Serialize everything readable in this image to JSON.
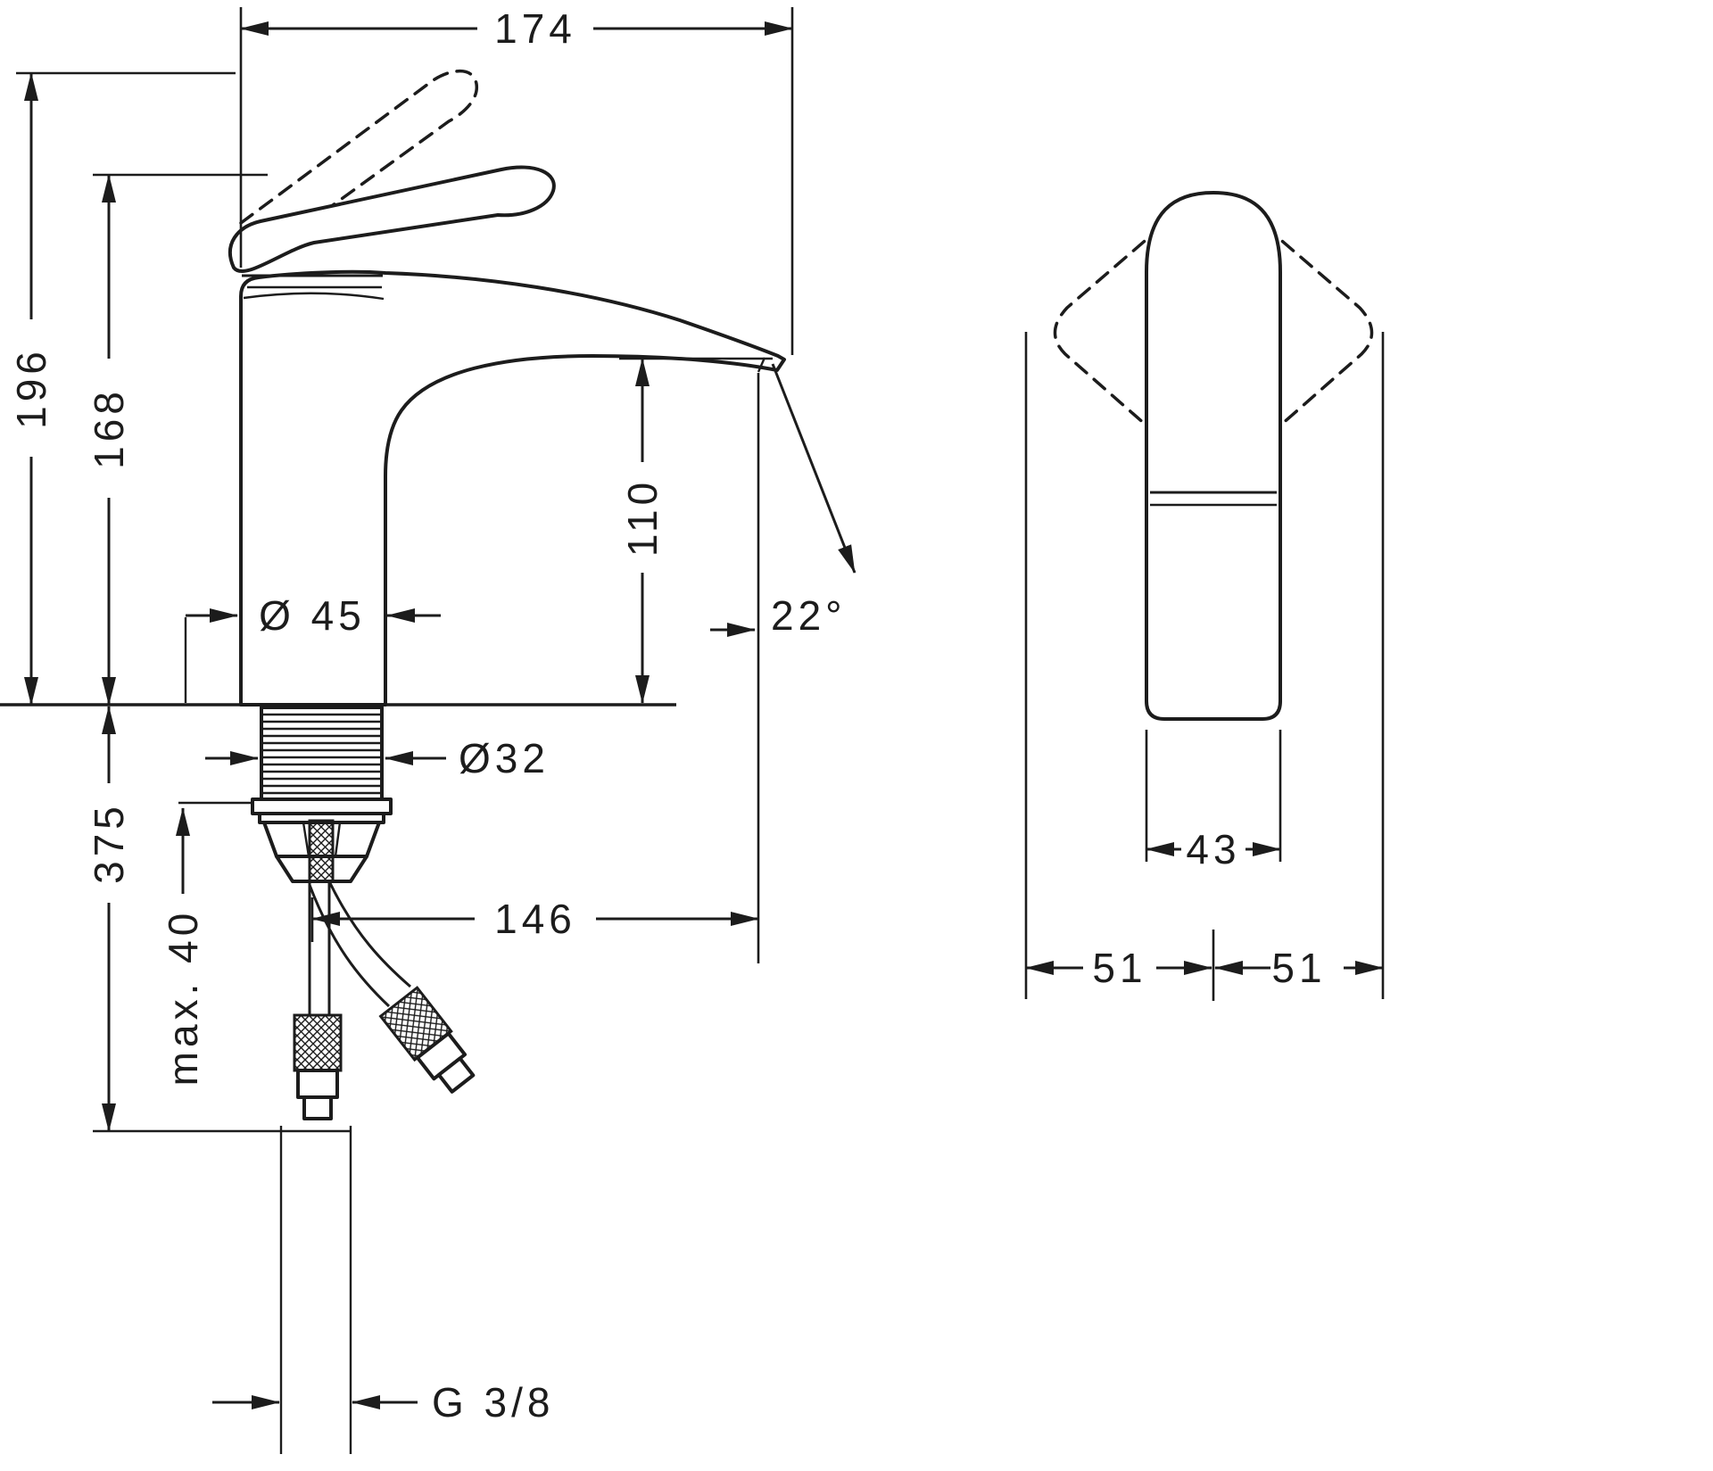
{
  "drawing": {
    "background": "#ffffff",
    "line_color": "#1c1c1c",
    "side_view": {
      "overall_width": "174",
      "total_height": "196",
      "height_to_handle": "168",
      "spout_height": "110",
      "body_diameter": "Ø 45",
      "shank_diameter": "Ø32",
      "installation_depth": "375",
      "max_mounting_thickness": "max. 40",
      "spout_reach": "146",
      "spout_angle": "22°",
      "hose_connection": "G 3/8"
    },
    "front_view": {
      "body_width": "43",
      "left_clearance": "51",
      "right_clearance": "51"
    }
  }
}
